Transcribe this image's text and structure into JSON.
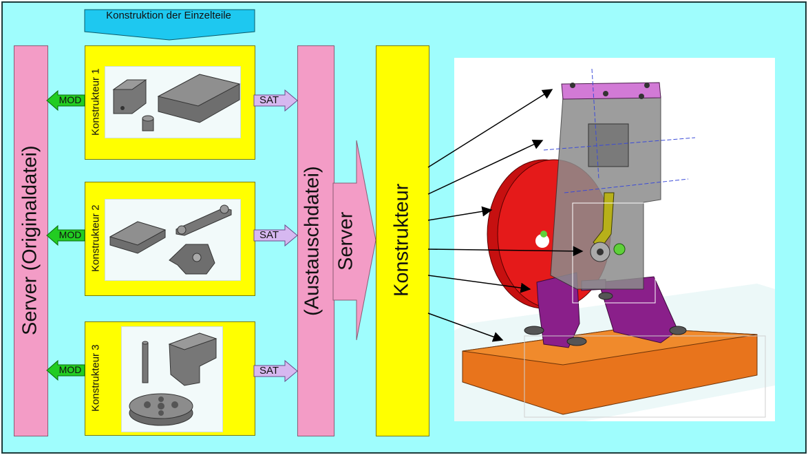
{
  "header": {
    "title": "Konstruktion der Einzelteile"
  },
  "left_server": {
    "label": "Server (Originaldatei)"
  },
  "exchange_server": {
    "label1": "(Austauschdatei)",
    "label2": "Server"
  },
  "assembler": {
    "label": "Konstrukteur"
  },
  "designers": [
    {
      "label": "Konstrukteur 1",
      "mod": "MOD",
      "sat": "SAT"
    },
    {
      "label": "Konstrukteur 2",
      "mod": "MOD",
      "sat": "SAT"
    },
    {
      "label": "Konstrukteur 3",
      "mod": "MOD",
      "sat": "SAT"
    }
  ],
  "colors": {
    "background": "#9ffdfd",
    "server": "#f39cc6",
    "designer_box": "#ffff00",
    "header": "#1ec8f0",
    "mod_arrow": "#22cc22",
    "sat_arrow": "#d6b8f0",
    "flywheel": "#e51a1a",
    "base": "#e8741c",
    "bracket": "#8a1f8a",
    "top_plate": "#d27ad6",
    "cylinder": "#8c8c8c",
    "rod": "#b7b01a"
  },
  "icons": [
    "part-block-icon",
    "part-plate-icon",
    "part-pin-icon",
    "part-rod-icon",
    "part-cam-icon",
    "part-shaft-icon",
    "part-bracket-icon",
    "part-wheel-icon",
    "engine-model-icon"
  ]
}
